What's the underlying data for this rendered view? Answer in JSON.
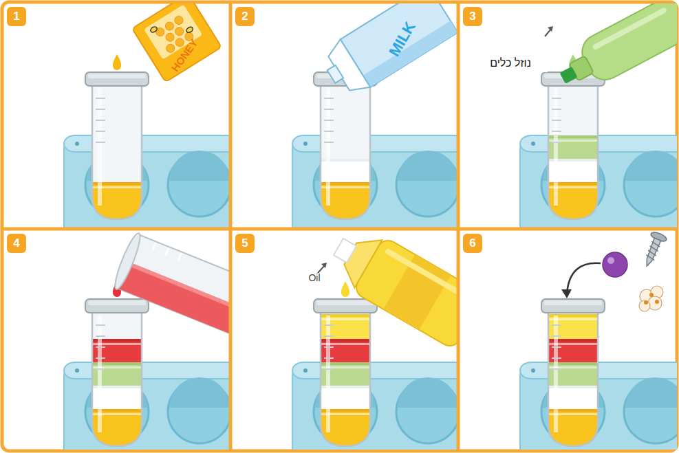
{
  "diagram": {
    "nodes": [
      {
        "text": [
          "1"
        ]
      },
      {
        "text": [
          "2"
        ]
      },
      {
        "text": [
          "3"
        ]
      },
      {
        "text": [
          "נוזל כלים"
        ]
      },
      {
        "text": [
          "4"
        ]
      },
      {
        "text": [
          "5"
        ]
      },
      {
        "text": [
          "6"
        ]
      }
    ],
    "labels": [
      "HONEY",
      "MILK",
      "Oil"
    ]
  }
}
